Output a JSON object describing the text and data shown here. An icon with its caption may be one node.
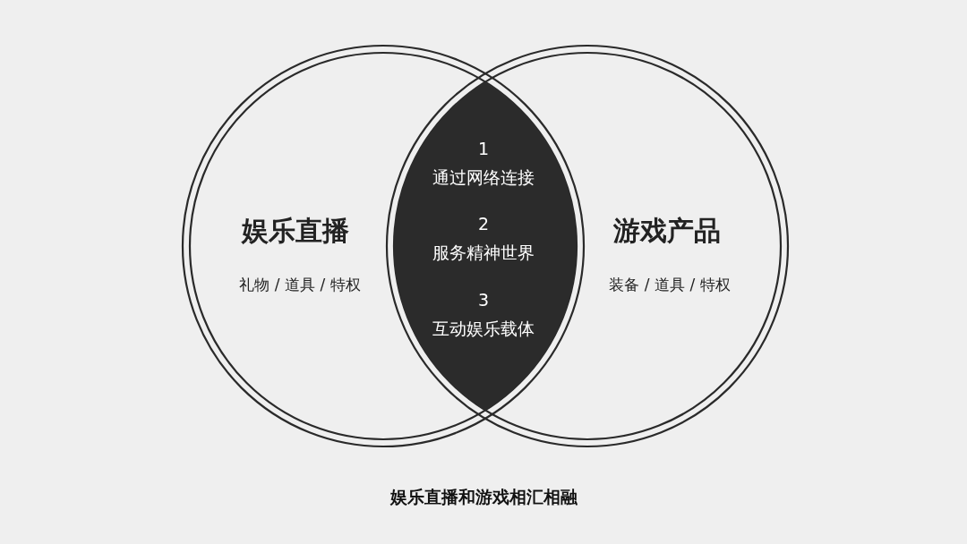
{
  "diagram": {
    "caption": "娱乐直播和游戏相汇相融",
    "nodes": [
      {
        "text": [
          "娱乐直播",
          "礼物 / 道具 / 特权"
        ]
      },
      {
        "text": [
          "游戏产品",
          "装备 / 道具 / 特权"
        ]
      },
      {
        "text": [
          "1",
          "通过网络连接",
          "2",
          "服务精神世界",
          "3",
          "互动娱乐载体"
        ]
      }
    ]
  }
}
